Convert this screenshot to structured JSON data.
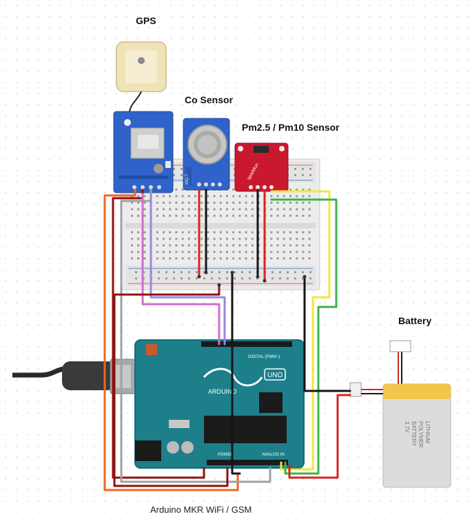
{
  "labels": {
    "gps": "GPS",
    "co_sensor": "Co Sensor",
    "pm_sensor": "Pm2.5 / Pm10 Sensor",
    "battery": "Battery",
    "board": "Arduino MKR WiFi / GSM"
  },
  "board_markings": {
    "brand": "ARDUINO",
    "model": "UNO",
    "digital_header": "DIGITAL (PWM~)",
    "analog_header": "ANALOG IN",
    "power_header": "POWER"
  },
  "module_markings": {
    "co": "MQ-7",
    "pm": "sparkfun",
    "battery_line1": "LITHIUM",
    "battery_line2": "POLYMER",
    "battery_line3": "BATTERY",
    "battery_line4": "3.7V"
  },
  "colors": {
    "gps_board": "#2f63c9",
    "co_board": "#2f63c9",
    "pm_board": "#c8192e",
    "arduino_board": "#1d7f8a",
    "battery_body": "#dcdcdc",
    "battery_top": "#f0c74a",
    "wire_red": "#d9231d",
    "wire_darkred": "#8e1111",
    "wire_black": "#141414",
    "wire_orange": "#f26522",
    "wire_gray": "#a0a0a0",
    "wire_pink": "#d46ad0",
    "wire_lilac": "#9c86e2",
    "wire_yellow": "#f3e73b",
    "wire_green": "#3bb34a"
  }
}
